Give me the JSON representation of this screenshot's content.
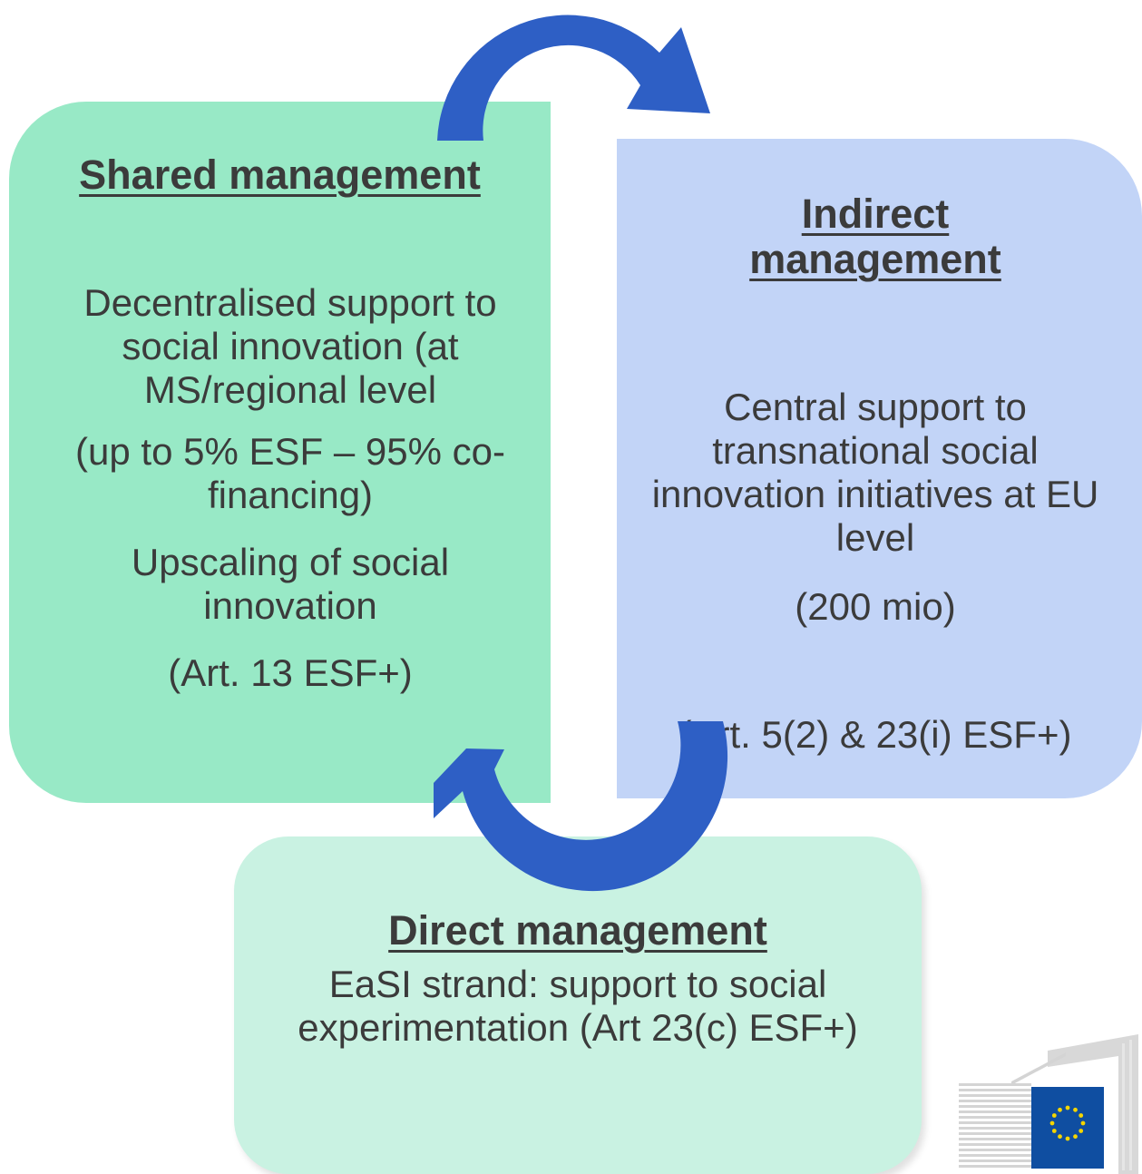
{
  "shared": {
    "title": "Shared management",
    "description": "Decentralised support to social innovation (at MS/regional level",
    "funding": "(up to 5% ESF – 95% co-financing)",
    "upscaling": "Upscaling of social innovation",
    "legal_basis": "(Art. 13 ESF+)"
  },
  "indirect": {
    "title": "Indirect management",
    "description": "Central support to transnational social innovation initiatives at EU level",
    "budget": "(200 mio)",
    "legal_basis": "(Art. 5(2) & 23(i) ESF+)"
  },
  "direct": {
    "title": "Direct management",
    "description": "EaSI strand: support to social experimentation (Art 23(c) ESF+)"
  },
  "colors": {
    "shared_box": "#98e9c6",
    "indirect_box": "#c2d4f7",
    "direct_box": "#c9f2e2",
    "arrow": "#2e5fc5",
    "text": "#3b3b3b"
  },
  "icons": {
    "arrow_top": "curved-arrow-icon",
    "arrow_bottom": "curved-arrow-icon",
    "logo": "european-commission-logo"
  }
}
